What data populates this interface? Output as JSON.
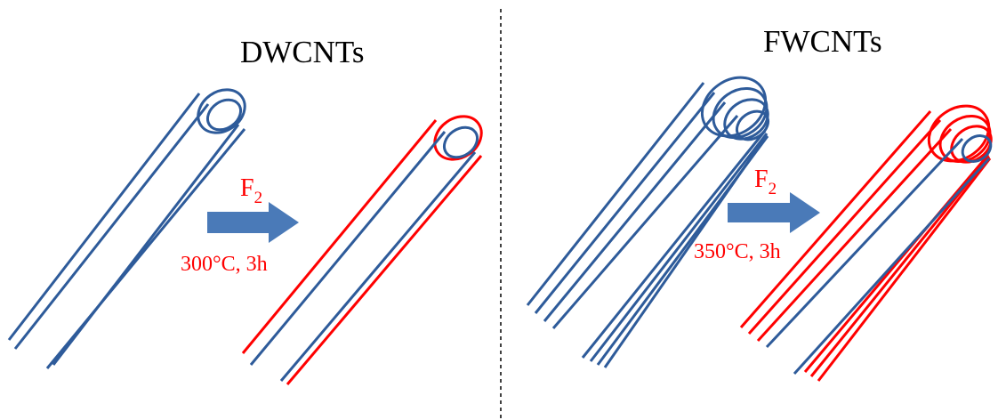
{
  "colors": {
    "pristine": "#2e5b9a",
    "fluorinated": "#ff0000",
    "arrow": "#4a7ab8",
    "divider": "#000000",
    "text": "#000000",
    "reaction_text": "#ff0000"
  },
  "panels": [
    {
      "title": "DWCNTs",
      "reaction": {
        "agent": "F",
        "subscript": "2",
        "conditions": "300°C, 3h"
      },
      "walls": 2,
      "fluorinated_walls": 1
    },
    {
      "title": "FWCNTs",
      "reaction": {
        "agent": "F",
        "subscript": "2",
        "conditions": "350°C, 3h"
      },
      "walls": 4,
      "fluorinated_walls": 3
    }
  ]
}
